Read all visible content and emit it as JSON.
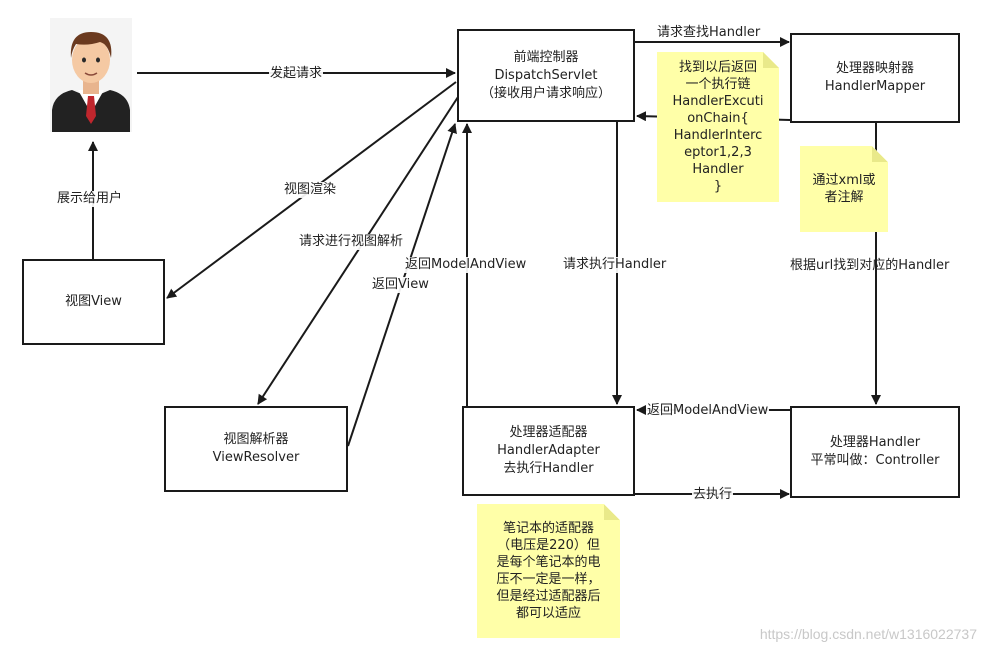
{
  "nodes": {
    "dispatcher": [
      "前端控制器",
      "DispatchServlet",
      "（接收用户请求响应）"
    ],
    "mapper": [
      "处理器映射器",
      "HandlerMapper"
    ],
    "view": [
      "视图View"
    ],
    "resolver": [
      "视图解析器",
      "ViewResolver"
    ],
    "adapter": [
      "处理器适配器",
      "HandlerAdapter",
      "去执行Handler"
    ],
    "handler": [
      "处理器Handler",
      "平常叫做：Controller"
    ]
  },
  "notes": {
    "chain": [
      "找到以后返回",
      "一个执行链",
      "HandlerExcuti",
      "onChain{",
      "HandlerInterc",
      "eptor1,2,3",
      "Handler",
      "}"
    ],
    "xml": [
      "通过xml或",
      "者注解"
    ],
    "adapter": [
      "笔记本的适配器",
      "（电压是220）但",
      "是每个笔记本的电",
      "压不一定是一样，",
      "但是经过适配器后",
      "都可以适应"
    ]
  },
  "edges": {
    "send_request": "发起请求",
    "show_user": "展示给用户",
    "render_view": "视图渲染",
    "request_resolve": "请求进行视图解析",
    "return_view": "返回View",
    "return_mav_1": "返回ModelAndView",
    "request_execute": "请求执行Handler",
    "request_find": "请求查找Handler",
    "find_by_url": "根据url找到对应的Handler",
    "return_mav_2": "返回ModelAndView",
    "go_execute": "去执行"
  },
  "watermark": "https://blog.csdn.net/w1316022737",
  "colors": {
    "note_fill": "#ffffa8",
    "stroke": "#1a1a1a",
    "skin": "#f5c9a3",
    "suit": "#222222",
    "tie": "#c0262d",
    "hair": "#6b3a1f"
  },
  "icons": {
    "user": "businessman-avatar-icon"
  }
}
